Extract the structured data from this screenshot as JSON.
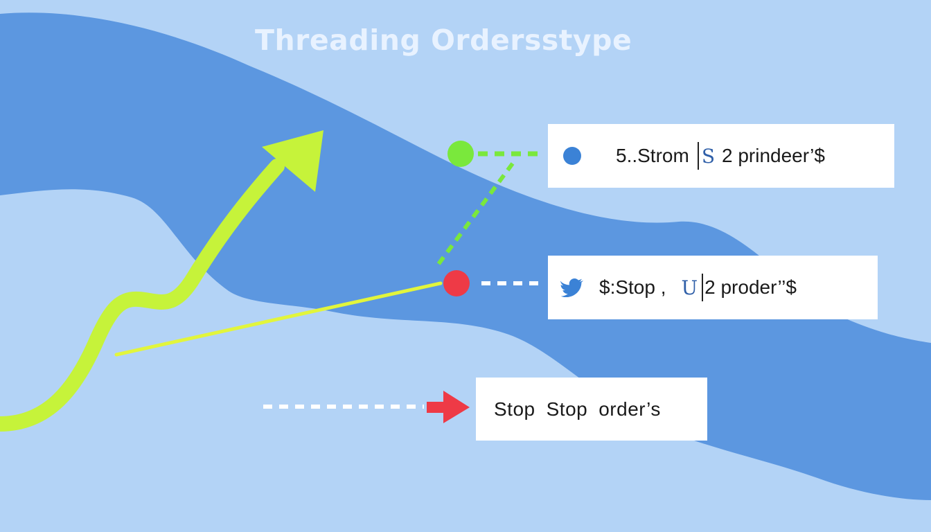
{
  "title": "Threading Ordersstype",
  "labels": {
    "first": {
      "text_a": "5..Strom",
      "accent": "S",
      "text_b": "2 prindeer’$",
      "icon": "circle-dot-icon"
    },
    "second": {
      "text_a": "$:Stop ,",
      "accent": "U",
      "text_b": "2 proder’’$",
      "icon": "bird-icon"
    },
    "third": {
      "word_1": "Stop",
      "word_2": "Stop",
      "word_3": "order’s",
      "icon": "arrow-icon"
    }
  },
  "colors": {
    "background_light": "#b3d3f6",
    "wave_dark": "#5c97e0",
    "trend_green": "#c6f33a",
    "dot_green": "#7ae83c",
    "dot_red": "#ee3a46",
    "arrow_red": "#ee3a46",
    "label_bg": "#ffffff"
  }
}
